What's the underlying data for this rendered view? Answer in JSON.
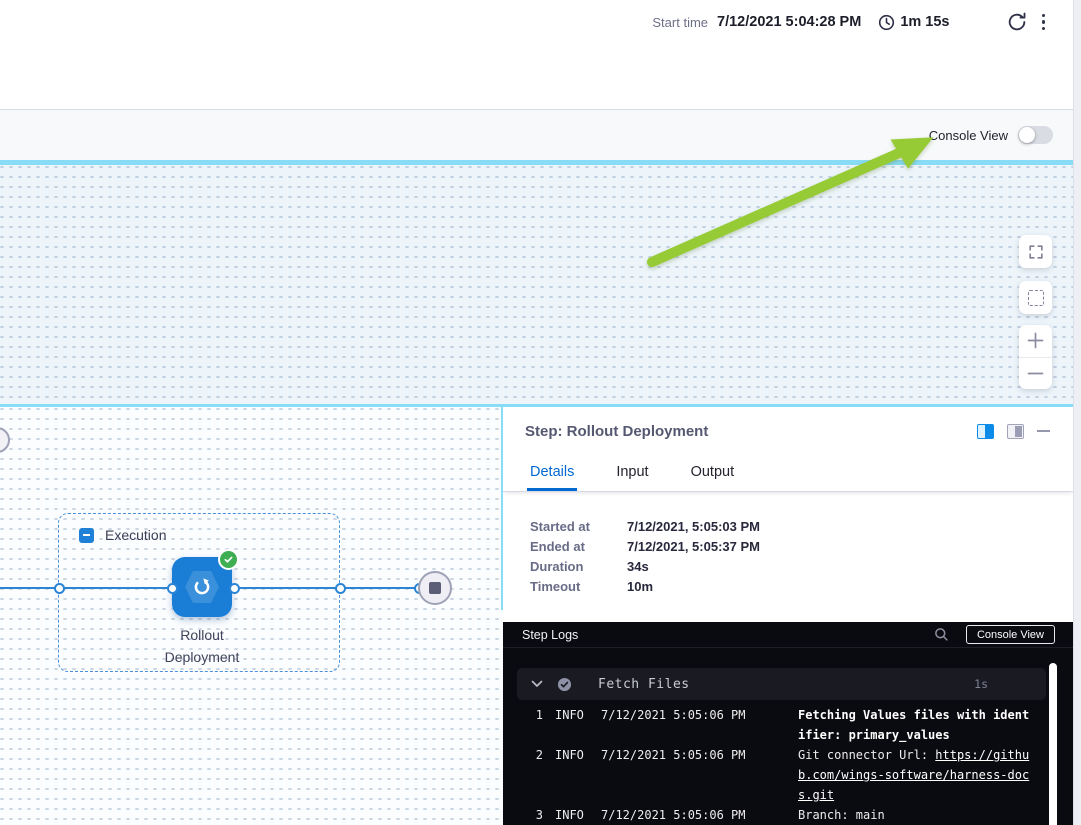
{
  "header": {
    "start_time_label": "Start time",
    "start_time_value": "7/12/2021 5:04:28 PM",
    "elapsed": "1m 15s",
    "console_view_label": "Console View",
    "console_view_toggle_state": "off"
  },
  "canvas": {
    "group_label": "Execution",
    "node_label": "Rollout Deployment",
    "node_status": "success"
  },
  "panel": {
    "title": "Step: Rollout Deployment",
    "tabs": [
      {
        "label": "Details",
        "state": "active"
      },
      {
        "label": "Input",
        "state": ""
      },
      {
        "label": "Output",
        "state": ""
      }
    ],
    "details": [
      {
        "label": "Started at",
        "value": "7/12/2021, 5:05:03 PM"
      },
      {
        "label": "Ended at",
        "value": "7/12/2021, 5:05:37 PM"
      },
      {
        "label": "Duration",
        "value": "34s"
      },
      {
        "label": "Timeout",
        "value": "10m"
      }
    ],
    "logs": {
      "title": "Step Logs",
      "console_view_button": "Console View",
      "group": {
        "name": "Fetch Files",
        "duration": "1s",
        "status": "success"
      },
      "lines": [
        {
          "num": "1",
          "level": "INFO",
          "time": "7/12/2021 5:05:06 PM",
          "bold_message": "Fetching Values files with identifier: primary_values"
        },
        {
          "num": "2",
          "level": "INFO",
          "time": "7/12/2021 5:05:06 PM",
          "message": "Git connector Url: ",
          "link": "https://github.com/wings-software/harness-docs.git"
        },
        {
          "num": "3",
          "level": "INFO",
          "time": "7/12/2021 5:05:06 PM",
          "message": "Branch: main"
        }
      ]
    }
  },
  "icons": {
    "clock-icon": "clock face",
    "refresh-icon": "circular arrow",
    "kebab-icon": "vertical three dots",
    "expand-icon": "four corners",
    "marquee-icon": "dashed square",
    "zoom-in-icon": "plus",
    "zoom-out-icon": "minus",
    "search-icon": "magnifier",
    "check-circle-icon": "check in circle",
    "chevron-down-icon": "chevron down",
    "rollout-icon": "clockwise circular arrow",
    "stop-icon": "square in circle"
  },
  "colors": {
    "accent_blue": "#0069d2",
    "node_blue": "#1b7ed6",
    "canvas_guide_cyan": "#89dcf5",
    "success_green": "#3fae52",
    "arrow_green": "#97cb35",
    "log_background": "#0a0a11"
  }
}
